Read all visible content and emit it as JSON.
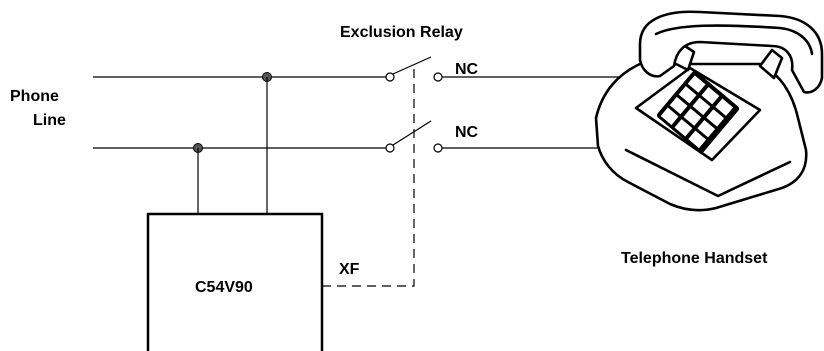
{
  "diagram": {
    "relay_label": "Exclusion Relay",
    "phone_line_label_1": "Phone",
    "phone_line_label_2": "Line",
    "nc_top": "NC",
    "nc_bottom": "NC",
    "chip_label": "C54V90",
    "xf_label": "XF",
    "handset_label": "Telephone Handset"
  }
}
